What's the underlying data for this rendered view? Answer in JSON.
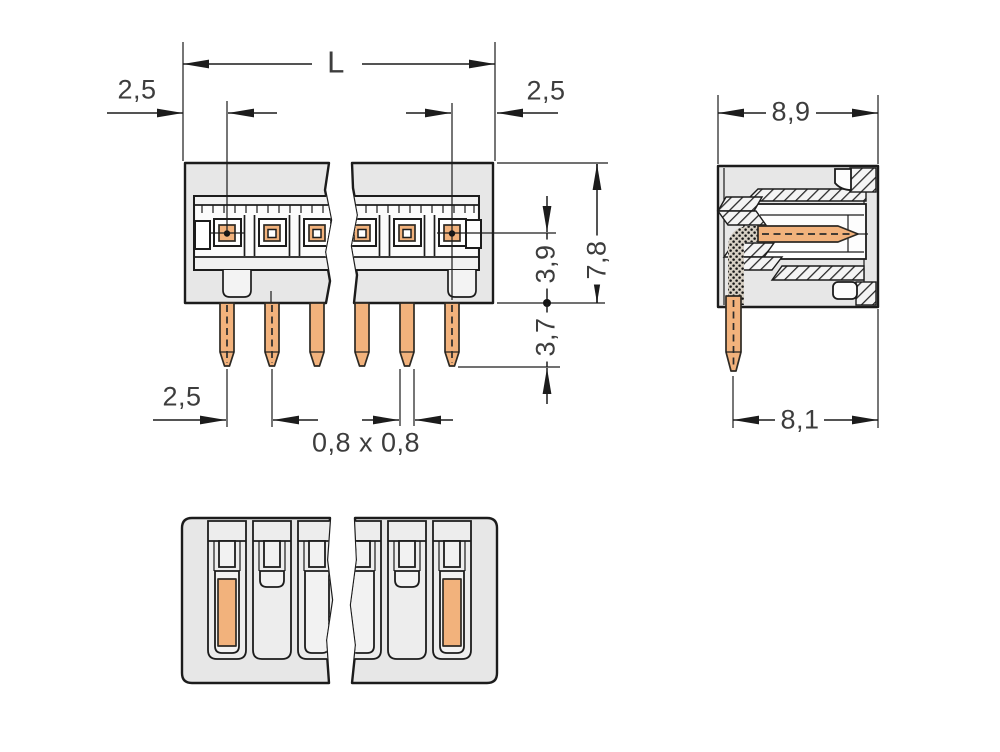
{
  "drawing": {
    "labels": {
      "length": "L",
      "pitch_top_left": "2,5",
      "pitch_top_right": "2,5",
      "height_total": "7,8",
      "height_pin_center_to_bottom": "3,9",
      "pin_length_below_body": "3,7",
      "pitch_bottom": "2,5",
      "pin_cross_section": "0,8 x 0,8",
      "side_width_housing": "8,9",
      "side_width_pin_to_edge": "8,1"
    }
  },
  "colors": {
    "pin_copper": "#f2b27c",
    "housing_gray": "#e7e7e7",
    "line": "#1c1c1c",
    "background": "#ffffff"
  }
}
